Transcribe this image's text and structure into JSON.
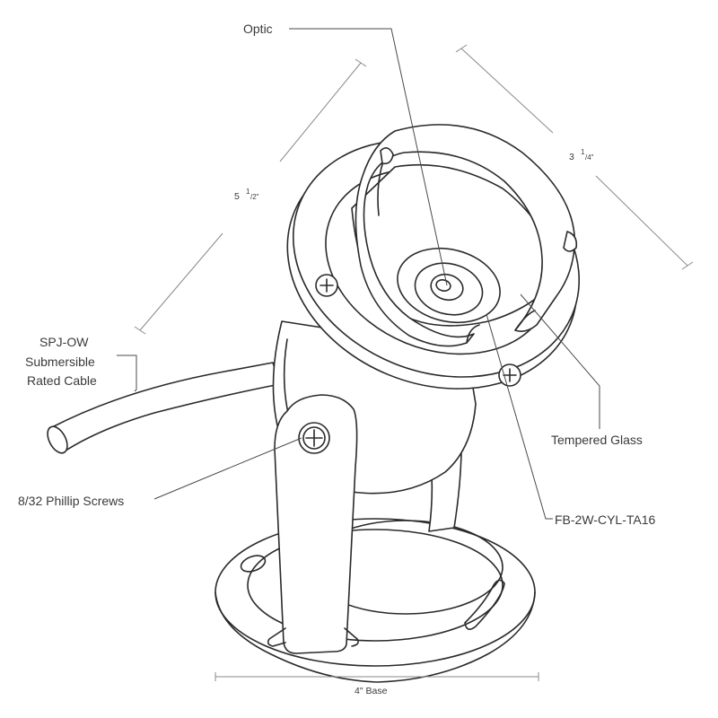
{
  "callouts": {
    "optic": "Optic",
    "tempered_glass": "Tempered Glass",
    "model": "FB-2W-CYL-TA16",
    "cable_line1": "SPJ-OW",
    "cable_line2": "Submersible",
    "cable_line3": "Rated Cable",
    "screws": "8/32 Phillip Screws"
  },
  "dimensions": {
    "height_whole": "5",
    "height_num": "1",
    "height_den": "/2\"",
    "width_whole": "3",
    "width_num": "1",
    "width_den": "/4\"",
    "base": "4\" Base"
  }
}
